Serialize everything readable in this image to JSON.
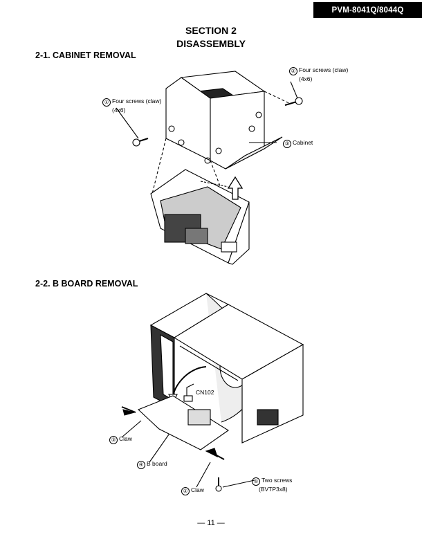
{
  "header": {
    "model": "PVM-8041Q/8044Q"
  },
  "section": {
    "title": "SECTION 2",
    "subtitle": "DISASSEMBLY"
  },
  "cabinet_removal": {
    "heading": "2-1.  CABINET REMOVAL",
    "callouts": [
      {
        "num": "①",
        "line1": "Four screws (claw)",
        "line2": "(4x6)"
      },
      {
        "num": "②",
        "line1": "Four screws (claw)",
        "line2": "(4x6)"
      },
      {
        "num": "③",
        "line1": "Cabinet"
      }
    ]
  },
  "b_board_removal": {
    "heading": "2-2.  B BOARD REMOVAL",
    "connector": "CN102",
    "callouts": [
      {
        "num": "①",
        "line1": "Two screws",
        "line2": "(BVTP3x8)"
      },
      {
        "num": "②",
        "line1": "Claw"
      },
      {
        "num": "③",
        "line1": "Claw"
      },
      {
        "num": "④",
        "line1": "B board"
      }
    ]
  },
  "footer": {
    "page": "— 11 —"
  }
}
